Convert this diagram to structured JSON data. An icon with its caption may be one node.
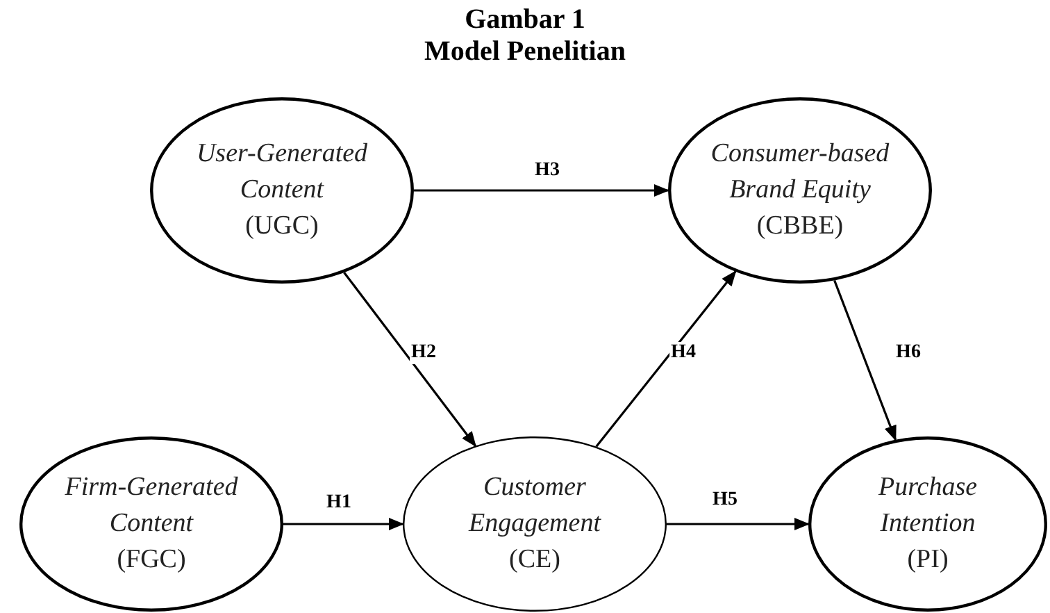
{
  "diagram": {
    "title": "Gambar 1",
    "caption": "Model Penelitian",
    "nodes": [
      {
        "text": [
          "User-Generated Content",
          "(UGC)"
        ]
      },
      {
        "text": [
          "Consumer-based Brand Equity",
          "(CBBE)"
        ]
      },
      {
        "text": [
          "Firm-Generated Content",
          "(FGC)"
        ]
      },
      {
        "text": [
          "Customer Engagement",
          "(CE)"
        ]
      },
      {
        "text": [
          "Purchase Intention",
          "(PI)"
        ]
      }
    ],
    "edges": [
      {
        "from": 0,
        "to": 1,
        "arrow": "to",
        "label": "H3"
      },
      {
        "from": 0,
        "to": 3,
        "arrow": "to",
        "label": "H2"
      },
      {
        "from": 3,
        "to": 1,
        "arrow": "to",
        "label": "H4"
      },
      {
        "from": 1,
        "to": 4,
        "arrow": "to",
        "label": "H6"
      },
      {
        "from": 2,
        "to": 3,
        "arrow": "to",
        "label": "H1"
      },
      {
        "from": 3,
        "to": 4,
        "arrow": "to",
        "label": "H5"
      }
    ]
  }
}
